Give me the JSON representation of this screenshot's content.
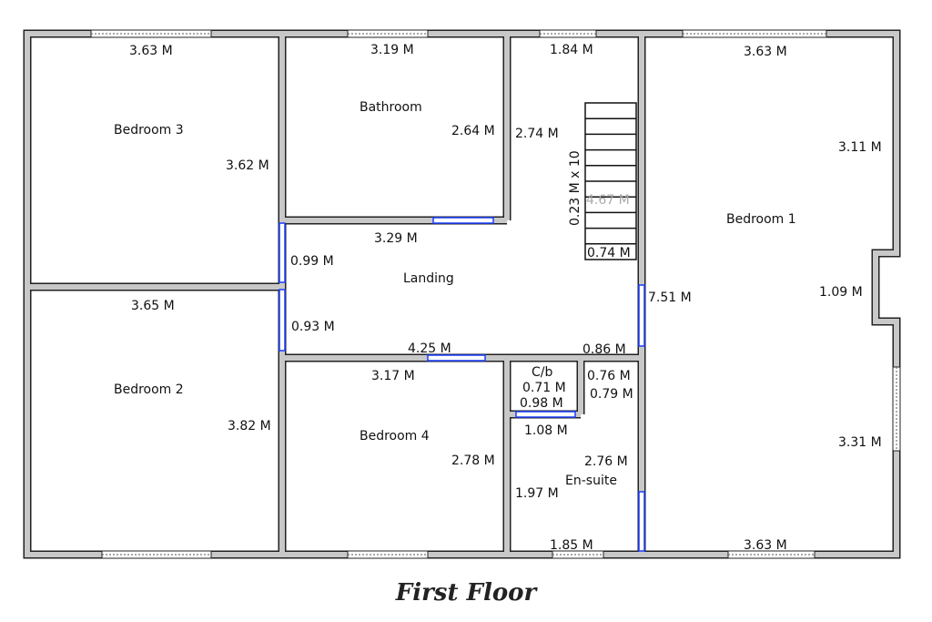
{
  "title": "First Floor",
  "colors": {
    "wall_fill": "#c8c8c8",
    "wall_outline": "#222222",
    "door": "#1a3cff",
    "background": "#ffffff"
  },
  "rooms": {
    "bedroom3": "Bedroom 3",
    "bedroom2": "Bedroom 2",
    "bathroom": "Bathroom",
    "landing": "Landing",
    "bedroom4": "Bedroom 4",
    "ensuite": "En-suite",
    "cupboard": "C/b",
    "bedroom1": "Bedroom 1"
  },
  "dimensions": {
    "b3_w": "3.63 M",
    "b3_h": "3.62 M",
    "b2_w": "3.65 M",
    "b2_h": "3.82 M",
    "bath_w": "3.19 M",
    "bath_h": "2.64 M",
    "stair_top": "1.84 M",
    "stair_h": "2.74 M",
    "stair_steps": "0.23 M x 10",
    "stair_len": "4.67 M",
    "stair_w": "0.74 M",
    "landing_top": "3.29 M",
    "landing_l1": "0.99 M",
    "landing_l2": "0.93 M",
    "landing_bottom": "4.25 M",
    "landing_br": "0.86 M",
    "b4_w": "3.17 M",
    "b4_h": "2.78 M",
    "cb_a": "0.71 M",
    "cb_b": "0.98 M",
    "cb_c": "0.76 M",
    "cb_d": "0.79 M",
    "ens_top": "1.08 M",
    "ens_h": "2.76 M",
    "ens_l": "1.97 M",
    "ens_bottom": "1.85 M",
    "b1_top": "3.63 M",
    "b1_r1": "3.11 M",
    "b1_bay": "1.09 M",
    "b1_r2": "3.31 M",
    "b1_left": "7.51 M",
    "b1_bottom": "3.63 M"
  }
}
